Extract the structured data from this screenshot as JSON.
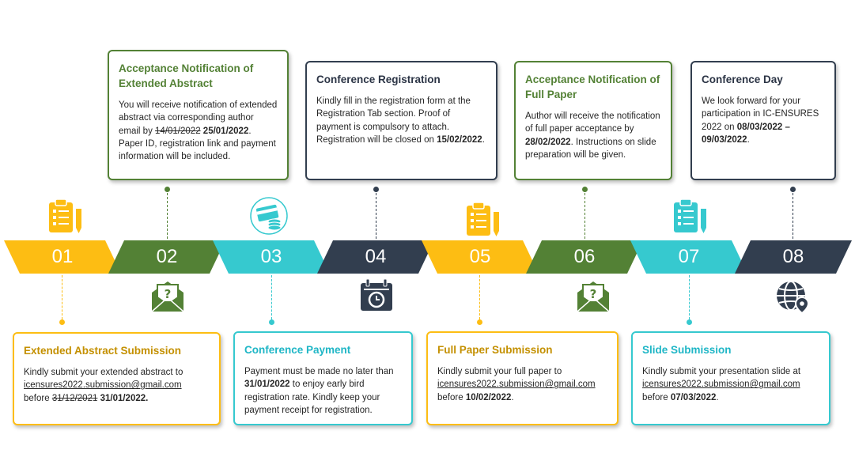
{
  "colors": {
    "yellow": "#fdbd13",
    "green": "#538135",
    "teal": "#36c9cf",
    "navy": "#323e4f",
    "green_text": "#538135",
    "yellow_text": "#c49000",
    "teal_text": "#1fb6c6",
    "navy_text": "#2b3445"
  },
  "steps": [
    "01",
    "02",
    "03",
    "04",
    "05",
    "06",
    "07",
    "08"
  ],
  "top_cards": [
    {
      "title": "Acceptance Notification of Extended Abstract",
      "pre": "You will receive notification of extended abstract via corresponding author email by ",
      "strike": "14/01/2022",
      "date": "25/01/2022",
      "post": ". Paper ID, registration link and payment information will be included."
    },
    {
      "title": "Conference Registration",
      "pre": "Kindly fill in the registration form at the Registration Tab section. Proof of payment is compulsory to attach. Registration will be closed on ",
      "date": "15/02/2022",
      "post": "."
    },
    {
      "title": "Acceptance Notification of Full Paper",
      "pre": "Author will receive the notification of full paper acceptance by ",
      "date": "28/02/2022",
      "post": ". Instructions on slide preparation will be given."
    },
    {
      "title": "Conference Day",
      "pre": "We look forward for your participation in IC-ENSURES 2022 on ",
      "date": "08/03/2022 – 09/03/2022",
      "post": "."
    }
  ],
  "bottom_cards": [
    {
      "title": "Extended Abstract Submission",
      "pre": "Kindly submit your extended abstract to",
      "email": "icensures2022.submission@gmail.com",
      "before": "before ",
      "strike": "31/12/2021",
      "date": "31/01/2022."
    },
    {
      "title": "Conference Payment",
      "pre": "Payment must be made no later than ",
      "date": "31/01/2022",
      "post": " to enjoy early bird registration rate. Kindly keep your payment receipt for registration."
    },
    {
      "title": "Full Paper Submission",
      "pre": "Kindly submit your full paper to",
      "email": "icensures2022.submission@gmail.com",
      "before": "before ",
      "date": "10/02/2022",
      "post": "."
    },
    {
      "title": "Slide Submission",
      "pre": "Kindly submit your presentation slide at",
      "email": "icensures2022.submission@gmail.com",
      "before": "before ",
      "date": "07/03/2022",
      "post": "."
    }
  ],
  "icons": [
    "clipboard-icon",
    "mail-question-icon",
    "credit-card-icon",
    "calendar-icon",
    "clipboard-icon",
    "mail-question-icon",
    "clipboard-icon",
    "globe-location-icon"
  ]
}
